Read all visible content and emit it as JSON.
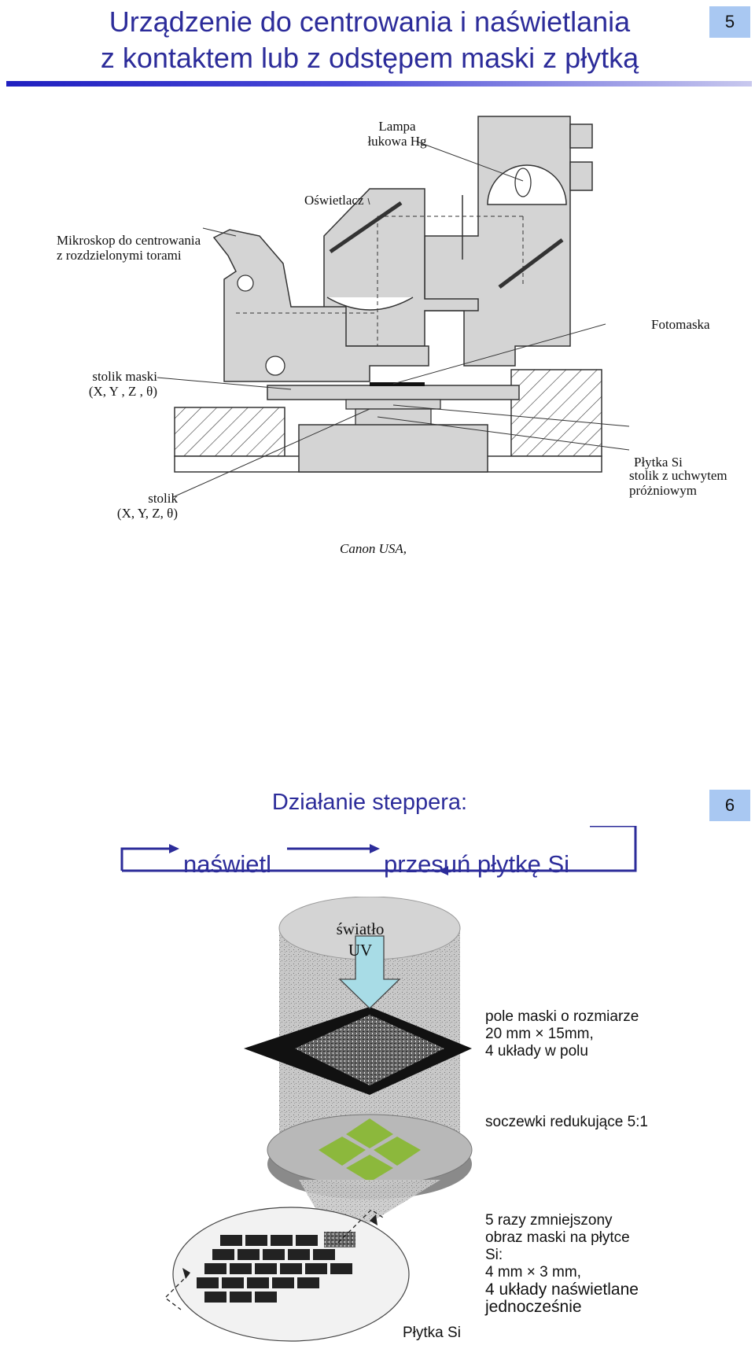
{
  "slide1": {
    "title_line1": "Urządzenie do centrowania i naświetlania",
    "title_line2": "z kontaktem lub z odstępem maski z płytką",
    "page_number": "5",
    "labels": {
      "lamp_line1": "Lampa",
      "lamp_line2": "łukowa Hg",
      "illuminator": "Oświetlacz",
      "microscope_line1": "Mikroskop do centrowania",
      "microscope_line2": "z rozdzielonymi torami",
      "photomask": "Fotomaska",
      "mask_stage_line1": "stolik maski",
      "mask_stage_line2": "(X, Y , Z , θ)",
      "stage_line1": "stolik",
      "stage_line2": "(X, Y, Z, θ)",
      "wafer": "Płytka Si",
      "vacuum_line1": "stolik z uchwytem",
      "vacuum_line2": "próżniowym"
    },
    "credit": "Canon USA,",
    "colors": {
      "title": "#2c2c9a",
      "rule": "#3030c8",
      "badge": "#a9c8f2",
      "machine": "#d4d4d4"
    }
  },
  "slide2": {
    "title": "Działanie steppera:",
    "page_number": "6",
    "cycle": {
      "expose": "naświetl",
      "move": "przesuń płytkę Si"
    },
    "light_line1": "światło",
    "light_line2": "UV",
    "mask_field": [
      "pole maski o rozmiarze",
      "20 mm × 15mm,",
      "4 układy w polu"
    ],
    "lenses": "soczewki redukujące 5:1",
    "image_text": [
      "5 razy zmniejszony",
      "obraz maski na płytce",
      "Si:",
      "4 mm × 3 mm,",
      "4 układy naświetlane",
      "jednocześnie"
    ],
    "wafer_label": "Płytka Si",
    "colors": {
      "die": "#8cb83c",
      "arrow_fill": "#a8dce6"
    }
  }
}
